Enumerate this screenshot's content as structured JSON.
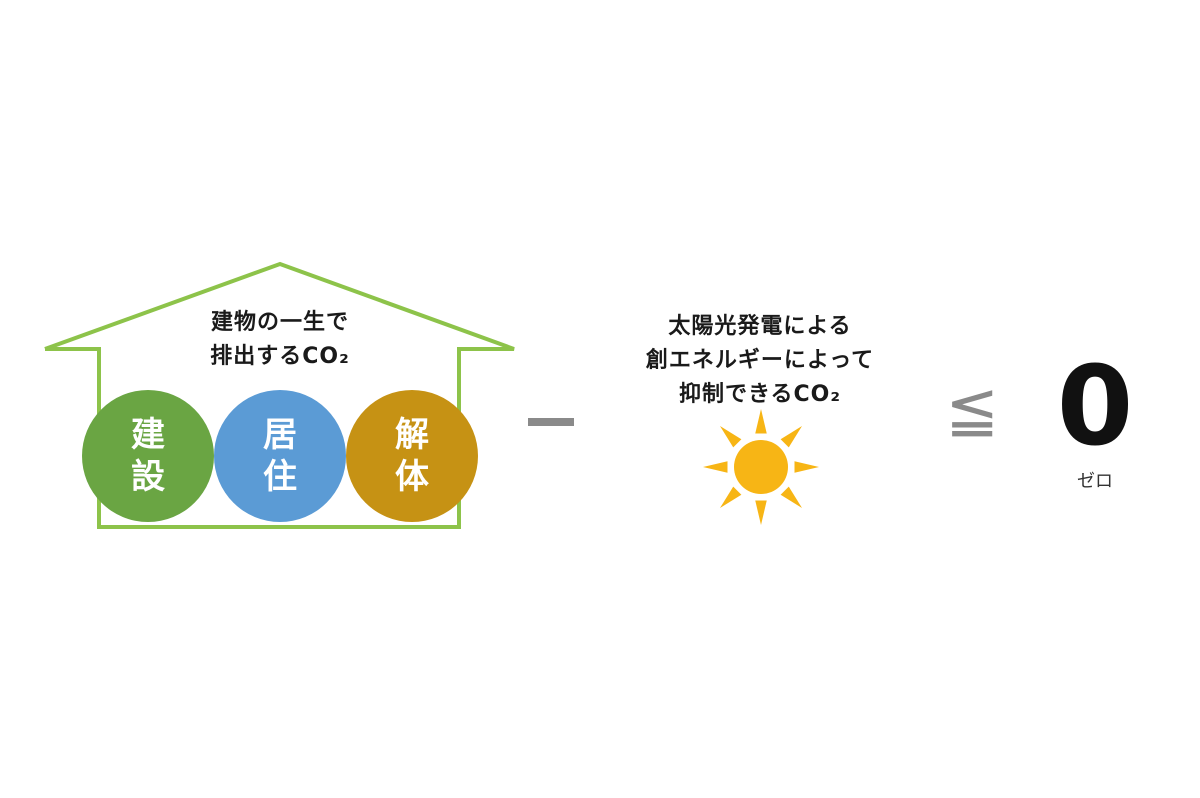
{
  "house": {
    "line1": "建物の一生で",
    "line2": "排出するCO₂",
    "outline_color": "#8dc34a"
  },
  "stages": [
    {
      "char1": "建",
      "char2": "設",
      "color": "#6aa543"
    },
    {
      "char1": "居",
      "char2": "住",
      "color": "#5b9bd5"
    },
    {
      "char1": "解",
      "char2": "体",
      "color": "#c69214"
    }
  ],
  "operator_minus": "−",
  "solar": {
    "line1": "太陽光発電による",
    "line2": "創エネルギーによって",
    "line3": "抑制できるCO₂",
    "sun_color": "#f7b515"
  },
  "operator_leq": "≦",
  "result": {
    "value": "0",
    "label": "ゼロ"
  }
}
